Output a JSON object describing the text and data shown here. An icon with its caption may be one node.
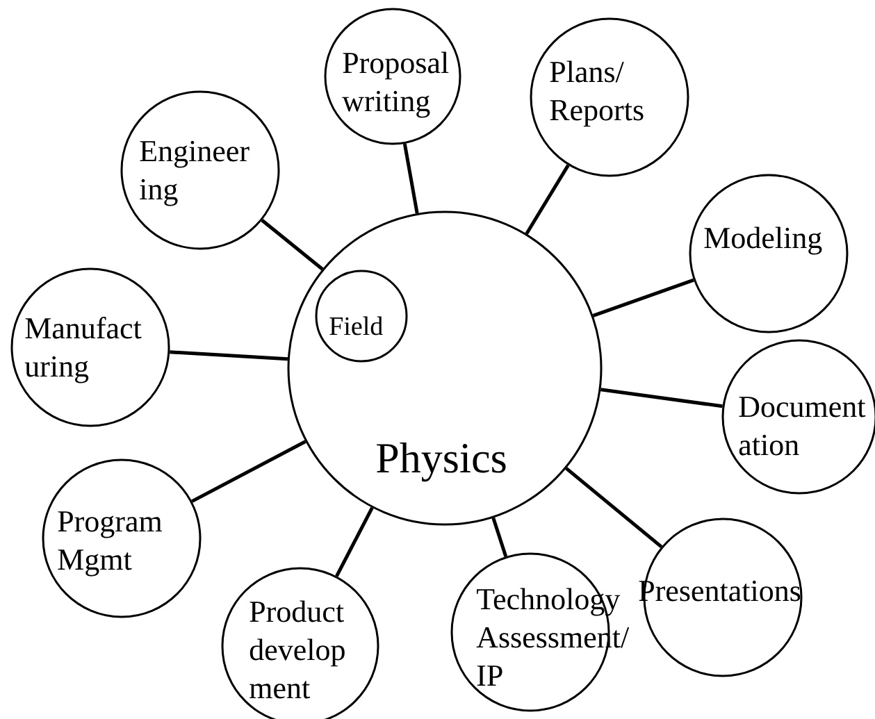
{
  "diagram": {
    "nodes": [
      {
        "text": [
          "Physics"
        ]
      },
      {
        "text": [
          "Field"
        ],
        "in": 0
      },
      {
        "text": [
          "Proposal writing"
        ]
      },
      {
        "text": [
          "Plans/ Reports"
        ]
      },
      {
        "text": [
          "Engineer ing"
        ]
      },
      {
        "text": [
          "Modeling"
        ]
      },
      {
        "text": [
          "Manufact uring"
        ]
      },
      {
        "text": [
          "Document ation"
        ]
      },
      {
        "text": [
          "Program Mgmt"
        ]
      },
      {
        "text": [
          "Presentations"
        ]
      },
      {
        "text": [
          "Technology Assessment/ IP"
        ]
      },
      {
        "text": [
          "Product develop ment"
        ]
      }
    ],
    "edges": [
      {
        "from": 0,
        "to": 2,
        "arrow": "none"
      },
      {
        "from": 0,
        "to": 3,
        "arrow": "none"
      },
      {
        "from": 0,
        "to": 4,
        "arrow": "none"
      },
      {
        "from": 0,
        "to": 5,
        "arrow": "none"
      },
      {
        "from": 0,
        "to": 6,
        "arrow": "none"
      },
      {
        "from": 0,
        "to": 7,
        "arrow": "none"
      },
      {
        "from": 0,
        "to": 8,
        "arrow": "none"
      },
      {
        "from": 0,
        "to": 9,
        "arrow": "none"
      },
      {
        "from": 0,
        "to": 10,
        "arrow": "none"
      },
      {
        "from": 0,
        "to": 11,
        "arrow": "none"
      }
    ]
  }
}
